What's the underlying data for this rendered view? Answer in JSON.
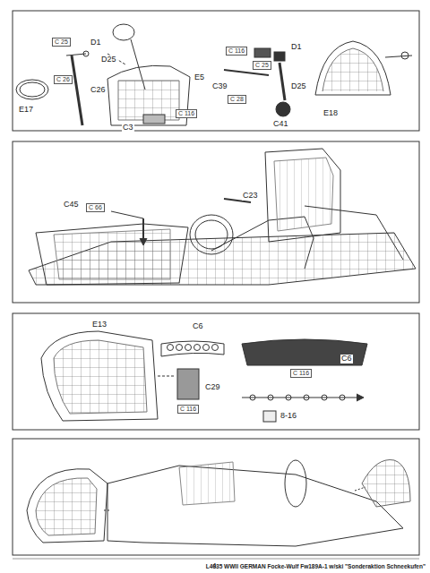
{
  "diagram": {
    "labels": [
      "C 25",
      "D1",
      "D25",
      "C 26",
      "E17",
      "C26",
      "E5",
      "C 116",
      "C3",
      "C 116",
      "C 25",
      "D1",
      "C39",
      "C 28",
      "D25",
      "C41",
      "E18",
      "C45",
      "C 66",
      "C23",
      "E13",
      "C6",
      "C29",
      "C 116",
      "C6",
      "C 116",
      "8-16",
      "4",
      "L4835 WWII GERMAN Focke-Wulf Fw189A-1 w/ski \"Sonderaktion Schneekufen\""
    ]
  }
}
